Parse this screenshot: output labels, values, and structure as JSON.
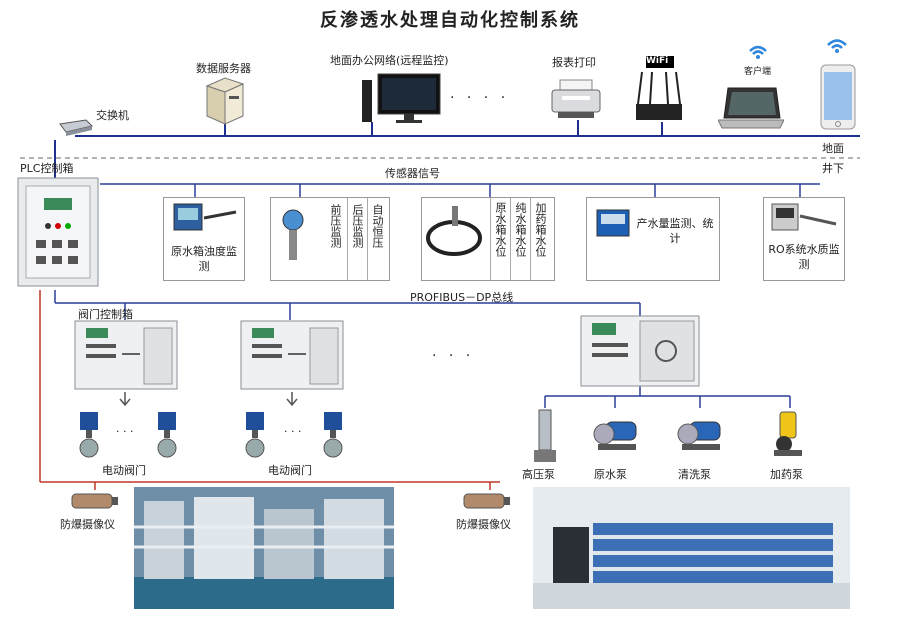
{
  "title": "反渗透水处理自动化控制系统",
  "network": {
    "switch_label": "交换机",
    "server_label": "数据服务器",
    "office_label": "地面办公网络(远程监控)",
    "ellipsis": "· · · ·",
    "printer_label": "报表打印",
    "wifi_label": "WiFi",
    "client_label": "客户端",
    "surface_label": "地面",
    "underground_label": "井下"
  },
  "plc": {
    "label": "PLC控制箱",
    "sensor_signal_label": "传感器信号"
  },
  "sensors": {
    "turbidity": "原水箱浊度监测",
    "pressure": [
      "前压监测",
      "后压监测",
      "自动恒压"
    ],
    "level": [
      "原水箱水位",
      "纯水箱水位",
      "加药箱水位"
    ],
    "flow": "产水量监测、统计",
    "ro": "RO系统水质监测"
  },
  "bus": {
    "label": "PROFIBUS－DP总线",
    "valve_box_label": "阀门控制箱",
    "ellipsis": "· · ·",
    "valve_label_1": "电动阀门",
    "valve_label_2": "电动阀门",
    "valve_dots": "· · ·"
  },
  "pumps": [
    "高压泵",
    "原水泵",
    "清洗泵",
    "加药泵"
  ],
  "cameras": [
    "防爆摄像仪",
    "防爆摄像仪"
  ],
  "colors": {
    "network_line": "#1f2f8f",
    "sensor_line": "#2a3f9a",
    "power_line": "#c0392b",
    "cabinet": "#e9ecef"
  }
}
